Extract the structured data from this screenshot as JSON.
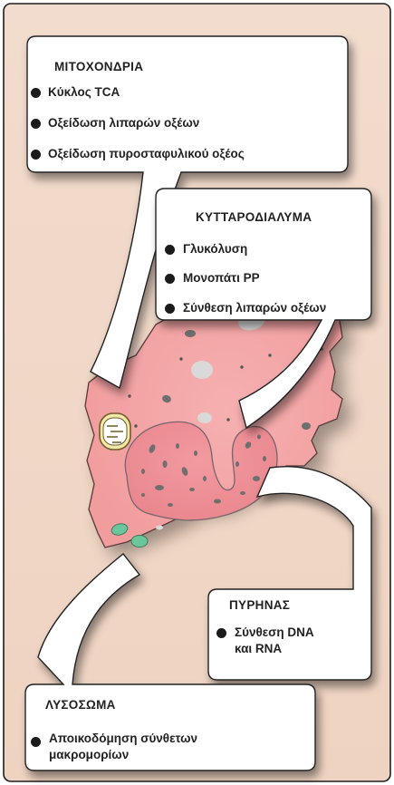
{
  "organelles": {
    "mitochondria": {
      "title": "ΜΙΤΟΧΟΝΔΡΙΑ",
      "items": [
        "Κύκλος TCA",
        "Οξείδωση λιπαρών οξέων",
        "Οξείδωση πυροσταφυλικού οξέος"
      ]
    },
    "cytosol": {
      "title": "ΚΥΤΤΑΡΟΔΙΑΛΥΜΑ",
      "items": [
        "Γλυκόλυση",
        "Μονοπάτι PP",
        "Σύνθεση λιπαρών οξέων"
      ]
    },
    "nucleus": {
      "title": "ΠΥΡΗΝΑΣ",
      "items": [
        "Σύνθεση DNA",
        "και RNA"
      ]
    },
    "lysosome": {
      "title": "ΛΥΣΟΣΩΜΑ",
      "items": [
        "Αποικοδόμηση σύνθετων",
        "μακρομορίων"
      ]
    }
  },
  "colors": {
    "background": "#f0d8c8",
    "cell": "#f4a3a4",
    "nucleus": "#ee8a91",
    "callout": "#ffffff",
    "lysosome": "#6cc59c",
    "granule": "#6f6f6f"
  }
}
